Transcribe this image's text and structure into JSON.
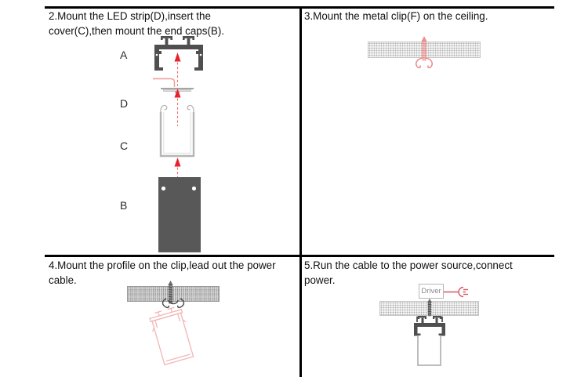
{
  "colors": {
    "grid_line": "#000000",
    "text": "#101010",
    "arrow_red": "#e8212e",
    "wire_pink": "#f09a9a",
    "clip_red": "#e98b8b",
    "part_dark": "#4f4f4f",
    "end_cap_dark": "#585858",
    "outline_gray": "#b5b5b5",
    "driver_text_gray": "#8a8a8a"
  },
  "icons": {
    "screw": "screw-icon",
    "metal_clip": "metal-clip-icon",
    "power_plug": "power-plug-icon",
    "profile": "aluminum-profile-icon",
    "cover": "cover-channel-icon",
    "led_strip": "led-strip-icon",
    "end_cap": "end-cap-icon",
    "arrow": "insert-direction-arrow-icon"
  },
  "step2": {
    "title_line1": "2.Mount the LED strip(D),insert the",
    "title_line2": "cover(C),then mount the end caps(B).",
    "part_labels": {
      "profile": "A",
      "led_strip": "D",
      "cover": "C",
      "end_cap": "B"
    }
  },
  "step3": {
    "title_line1": "3.Mount the metal clip(F) on the ceiling."
  },
  "step4": {
    "title_line1": "4.Mount the profile on the clip,lead out the power",
    "title_line2": "cable."
  },
  "step5": {
    "title_line1": "5.Run the cable to the power source,connect",
    "title_line2": "power.",
    "driver_label": "Driver"
  }
}
